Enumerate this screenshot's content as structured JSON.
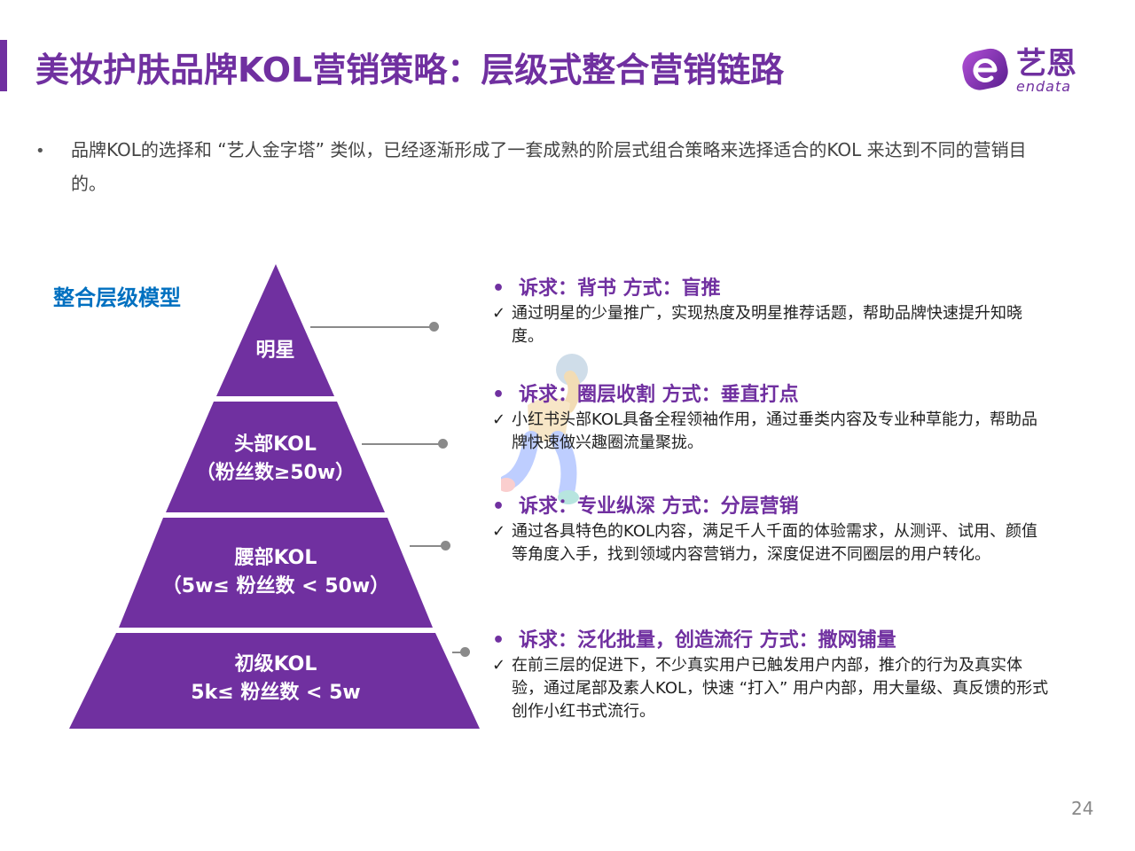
{
  "header": {
    "title": "美妆护肤品牌KOL营销策略：层级式整合营销链路",
    "accent_color": "#7030a0"
  },
  "logo": {
    "name": "艺恩",
    "sub": "endata",
    "icon": "endata-e-logo-icon"
  },
  "intro": {
    "bullet": "•",
    "text": "品牌KOL的选择和 “艺人金字塔” 类似，已经逐渐形成了一套成熟的阶层式组合策略来选择适合的KOL 来达到不同的营销目的。"
  },
  "model": {
    "label": "整合层级模型",
    "label_color": "#0070c0",
    "tiers": [
      {
        "line1": "明星",
        "line2": ""
      },
      {
        "line1": "头部KOL",
        "line2": "（粉丝数≥50w）"
      },
      {
        "line1": "腰部KOL",
        "line2": "（5w≤ 粉丝数 < 50w）"
      },
      {
        "line1": "初级KOL",
        "line2": "5k≤ 粉丝数 < 5w"
      }
    ]
  },
  "strategies": [
    {
      "bullet": "•",
      "head": "诉求：背书  方式：盲推",
      "check": "✓",
      "desc": "通过明星的少量推广，实现热度及明星推荐话题，帮助品牌快速提升知晓度。"
    },
    {
      "bullet": "•",
      "head": "诉求：圈层收割  方式：垂直打点",
      "check": "✓",
      "desc": "小红书头部KOL具备全程领袖作用，通过垂类内容及专业种草能力，帮助品牌快速做兴趣圈流量聚拢。"
    },
    {
      "bullet": "•",
      "head": "诉求：专业纵深  方式：分层营销",
      "check": "✓",
      "desc": "通过各具特色的KOL内容，满足千人千面的体验需求，从测评、试用、颜值等角度入手，找到领域内容营销力，深度促进不同圈层的用户转化。"
    },
    {
      "bullet": "•",
      "head": "诉求：泛化批量，创造流行  方式：撒网铺量",
      "check": "✓",
      "desc": "在前三层的促进下，不少真实用户已触发用户内部，推介的行为及真实体验，通过尾部及素人KOL，快速 “打入” 用户内部，用大量级、真反馈的形式创作小红书式流行。"
    }
  ],
  "page_number": "24"
}
